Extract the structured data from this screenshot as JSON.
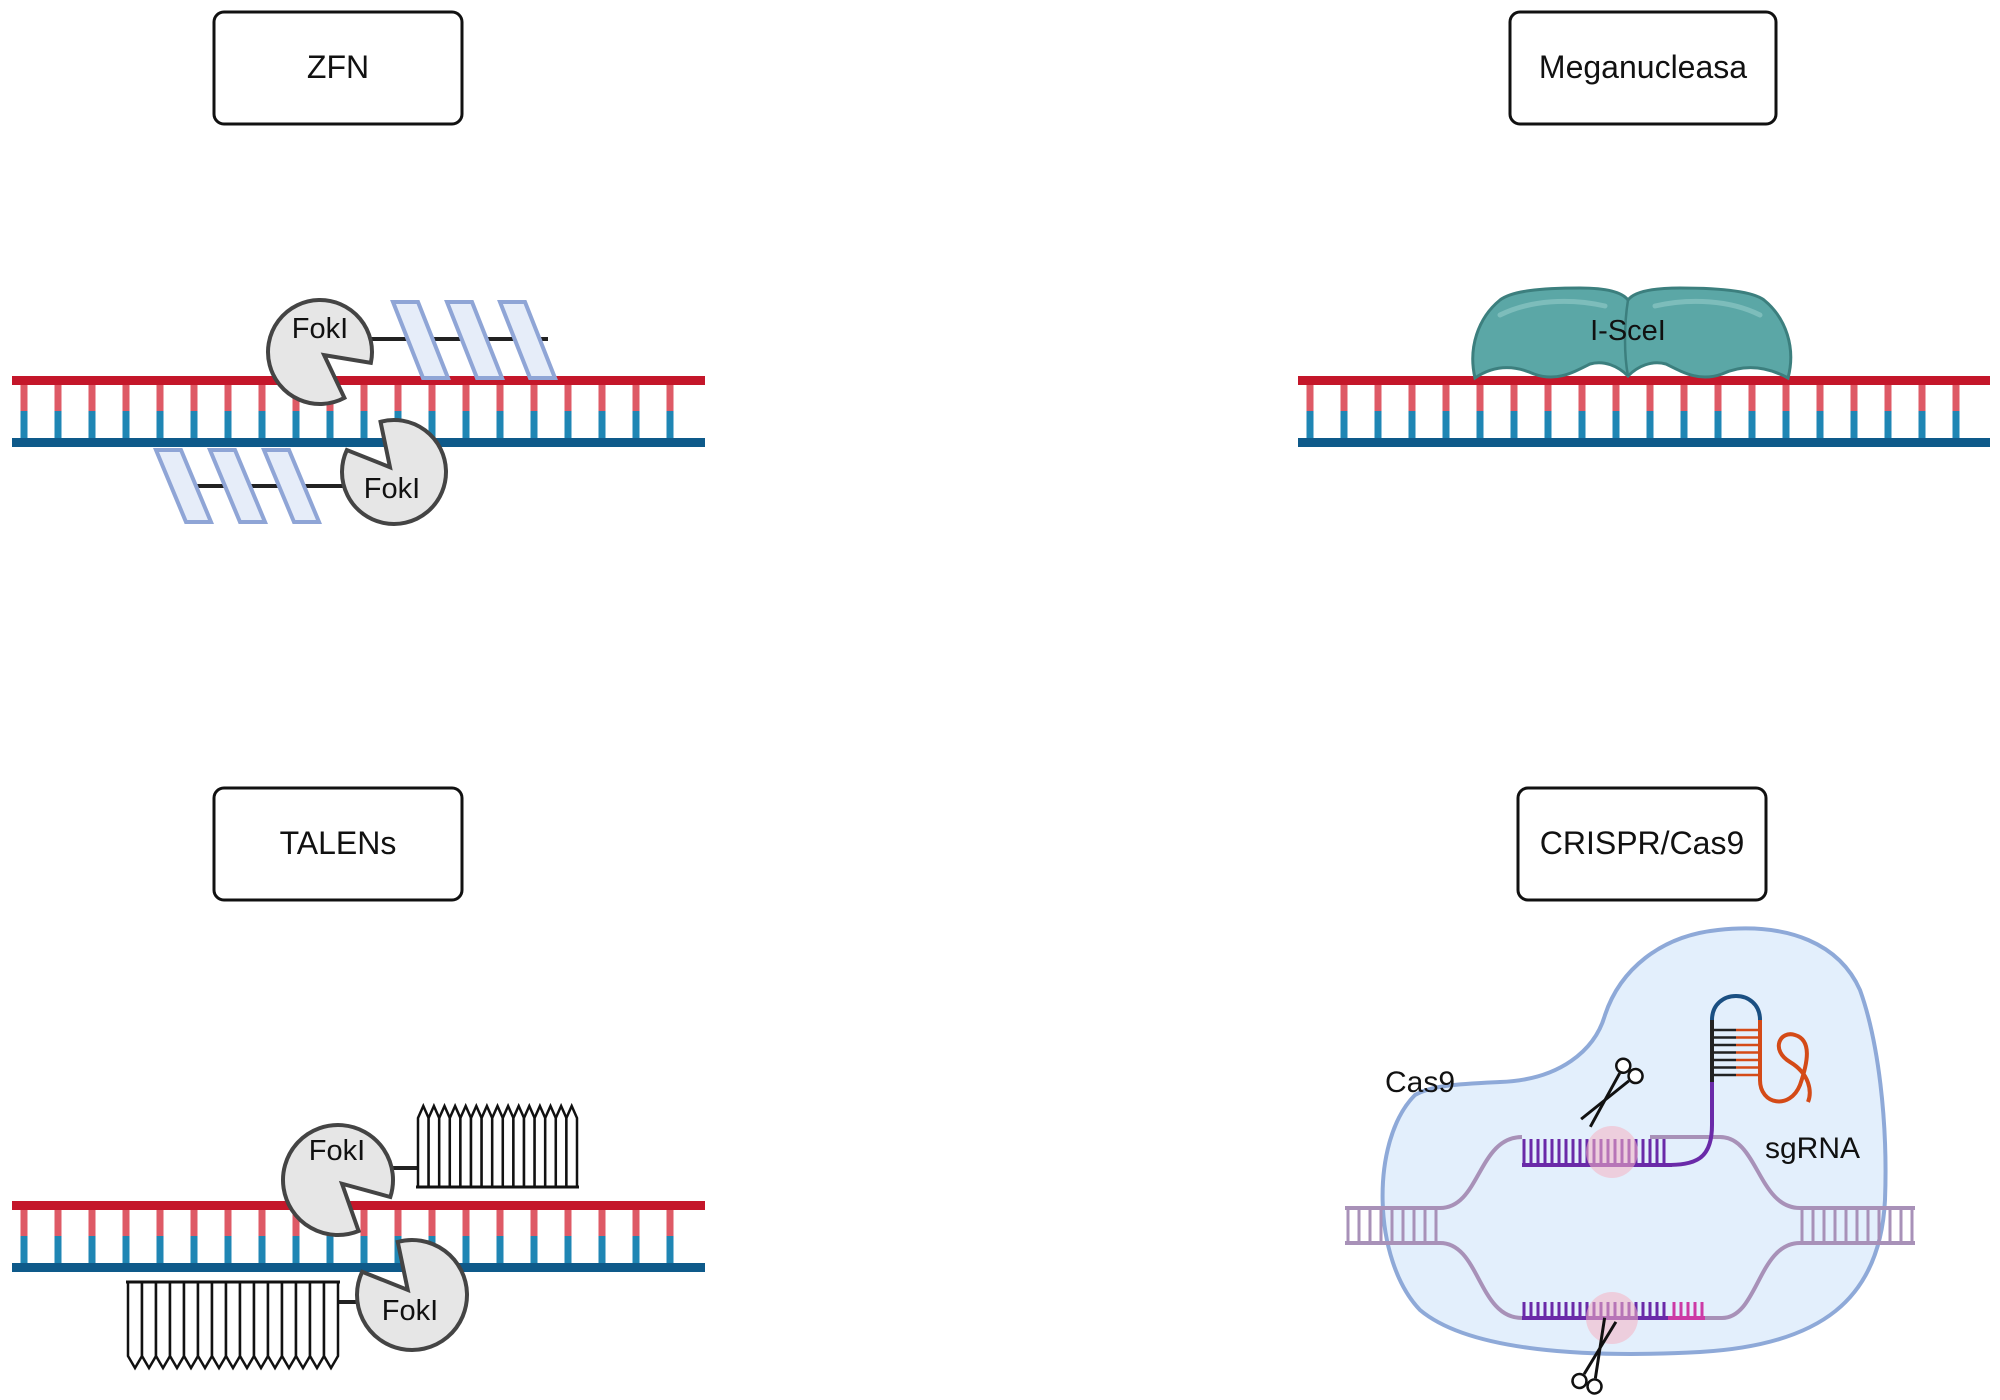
{
  "panels": {
    "zfn": {
      "title": "ZFN",
      "nuclease_top": "FokI",
      "nuclease_bottom": "FokI"
    },
    "meganuclease": {
      "title": "Meganucleasa",
      "protein": "I-SceI"
    },
    "talens": {
      "title": "TALENs",
      "nuclease_top": "FokI",
      "nuclease_bottom": "FokI"
    },
    "crispr": {
      "title": "CRISPR/Cas9",
      "protein": "Cas9",
      "guide": "sgRNA"
    }
  },
  "colors": {
    "dna_top": "#c4162a",
    "dna_top_rung": "#de5a66",
    "dna_bottom": "#0e5a8a",
    "dna_bottom_rung": "#1f86b4",
    "zinc_finger_fill": "#e6edf9",
    "zinc_finger_stroke": "#8fa5d6",
    "foki_fill": "#e6e6e6",
    "isce_fill": "#5ba7a6",
    "cas9_fill": "#e3effc",
    "cas9_stroke": "#8ea9d8",
    "target_dna": "#a891b8",
    "guide_rna": "#6a2aa8",
    "sgRNA_loop": "#d44a17",
    "pam": "#cc3aa5"
  },
  "icons": [
    "scissors-icon",
    "scissors-icon"
  ]
}
